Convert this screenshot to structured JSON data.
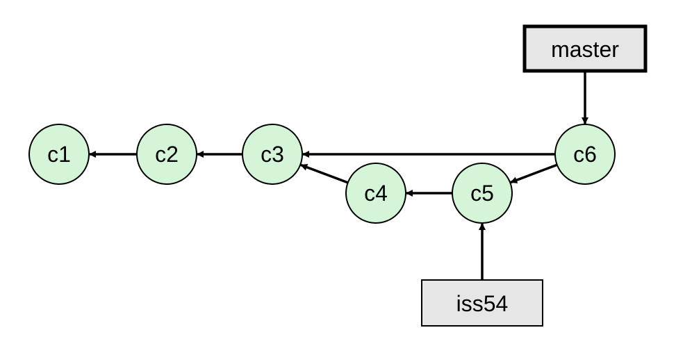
{
  "colors": {
    "commit_fill": "#d5f5d9",
    "ref_fill": "#e6e6e6",
    "stroke": "#000000",
    "background": "#ffffff"
  },
  "commits": [
    {
      "id": "c1",
      "label": "c1"
    },
    {
      "id": "c2",
      "label": "c2"
    },
    {
      "id": "c3",
      "label": "c3"
    },
    {
      "id": "c4",
      "label": "c4"
    },
    {
      "id": "c5",
      "label": "c5"
    },
    {
      "id": "c6",
      "label": "c6"
    }
  ],
  "edges": [
    {
      "from": "c2",
      "to": "c1"
    },
    {
      "from": "c3",
      "to": "c2"
    },
    {
      "from": "c6",
      "to": "c3"
    },
    {
      "from": "c4",
      "to": "c3"
    },
    {
      "from": "c5",
      "to": "c4"
    },
    {
      "from": "c6",
      "to": "c5"
    },
    {
      "from": "master",
      "to": "c6"
    },
    {
      "from": "iss54",
      "to": "c5"
    }
  ],
  "refs": [
    {
      "id": "master",
      "label": "master",
      "active": true
    },
    {
      "id": "iss54",
      "label": "iss54",
      "active": false
    }
  ]
}
